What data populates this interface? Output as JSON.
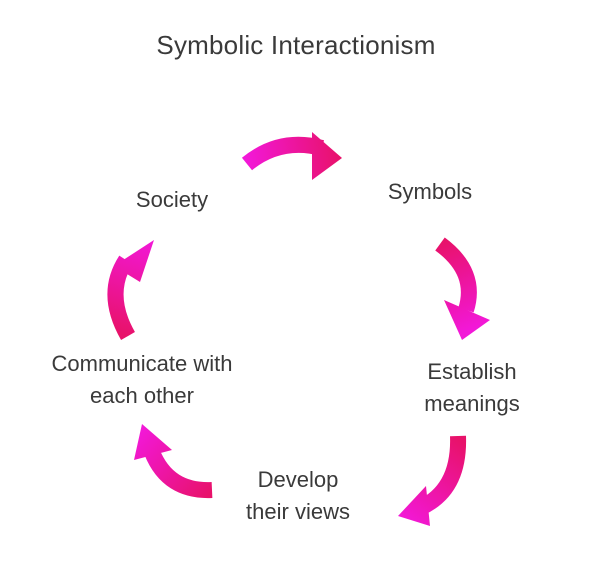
{
  "title": "Symbolic Interactionism",
  "nodes": [
    {
      "id": "society",
      "lines": [
        "Society"
      ]
    },
    {
      "id": "symbols",
      "lines": [
        "Symbols"
      ]
    },
    {
      "id": "establish",
      "lines": [
        "Establish",
        "meanings"
      ]
    },
    {
      "id": "develop",
      "lines": [
        "Develop",
        "their views"
      ]
    },
    {
      "id": "communicate",
      "lines": [
        "Communicate with",
        "each other"
      ]
    }
  ],
  "colors": {
    "gradient_start": "#e8126a",
    "gradient_end": "#f218d8",
    "text": "#3a3a3a"
  }
}
